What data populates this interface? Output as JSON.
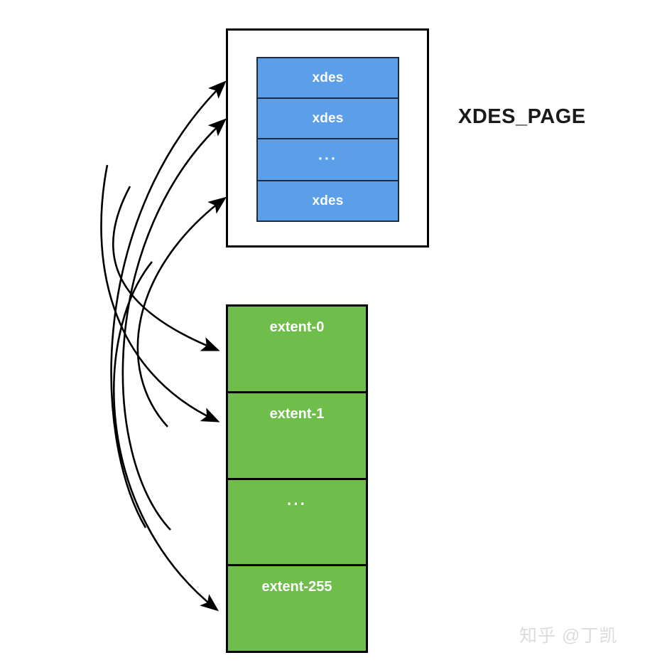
{
  "diagram": {
    "title_label": "XDES_PAGE",
    "xdes_page": {
      "cells": [
        {
          "label": "xdes"
        },
        {
          "label": "xdes"
        },
        {
          "label": "···"
        },
        {
          "label": "xdes"
        }
      ],
      "fill_color": "#5b9fe8",
      "border_color": "#1d2b45",
      "frame_color": "#000000"
    },
    "extents": {
      "cells": [
        {
          "label": "extent-0"
        },
        {
          "label": "extent-1"
        },
        {
          "label": "···"
        },
        {
          "label": "extent-255"
        }
      ],
      "fill_color": "#6fbe4c",
      "border_color": "#000000"
    },
    "arrows": {
      "stroke_color": "#000000",
      "count": 6,
      "description": "Each xdes entry points to its corresponding extent",
      "to_xdes": [
        {
          "from_extent": "extent-0",
          "to_xdes_index": 0
        },
        {
          "from_extent": "extent-1",
          "to_xdes_index": 1
        },
        {
          "from_extent": "extent-255",
          "to_xdes_index": 3
        }
      ],
      "to_extent": [
        {
          "from_xdes_index": 0,
          "to_extent": "extent-0"
        },
        {
          "from_xdes_index": 1,
          "to_extent": "extent-1"
        },
        {
          "from_xdes_index": 3,
          "to_extent": "extent-255"
        }
      ]
    },
    "watermark": "知乎 @丁凯"
  }
}
